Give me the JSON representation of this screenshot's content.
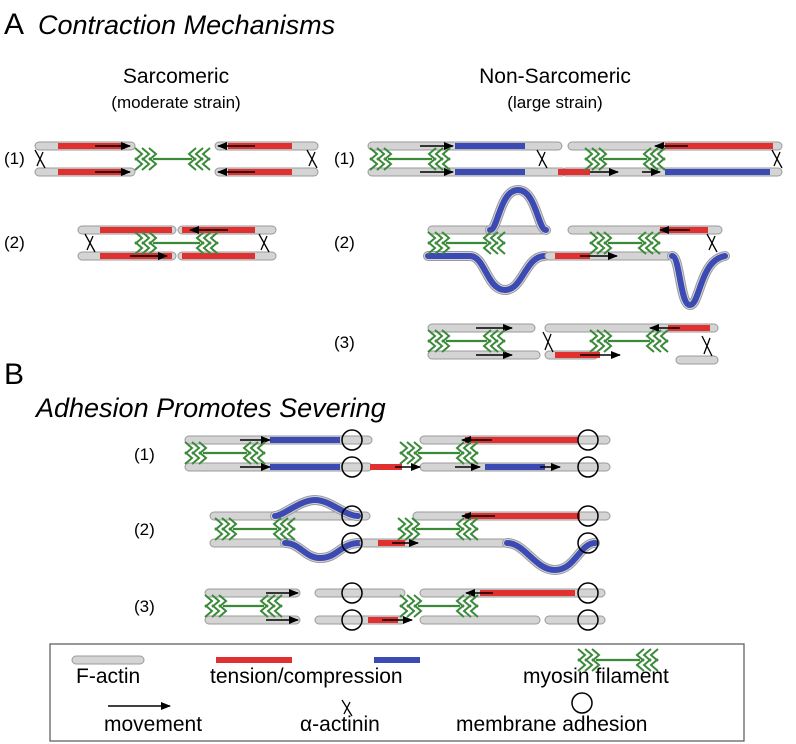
{
  "panel_a": {
    "letter": "A",
    "title": "Contraction Mechanisms",
    "sarcomeric": {
      "title": "Sarcomeric",
      "subtitle": "(moderate strain)",
      "steps": [
        "(1)",
        "(2)"
      ]
    },
    "non_sarcomeric": {
      "title": "Non-Sarcomeric",
      "subtitle": "(large strain)",
      "steps": [
        "(1)",
        "(2)",
        "(3)"
      ]
    }
  },
  "panel_b": {
    "letter": "B",
    "title": "Adhesion Promotes Severing",
    "steps": [
      "(1)",
      "(2)",
      "(3)"
    ]
  },
  "legend": {
    "factin": "F-actin",
    "tension": "tension/compression",
    "myosin": "myosin filament",
    "movement": "movement",
    "actinin": "α-actinin",
    "adhesion": "membrane  adhesion"
  },
  "colors": {
    "actin": "#d4d4d4",
    "tension": "#e03030",
    "compression": "#3c4ab4",
    "myosin": "#3a8a3a"
  }
}
